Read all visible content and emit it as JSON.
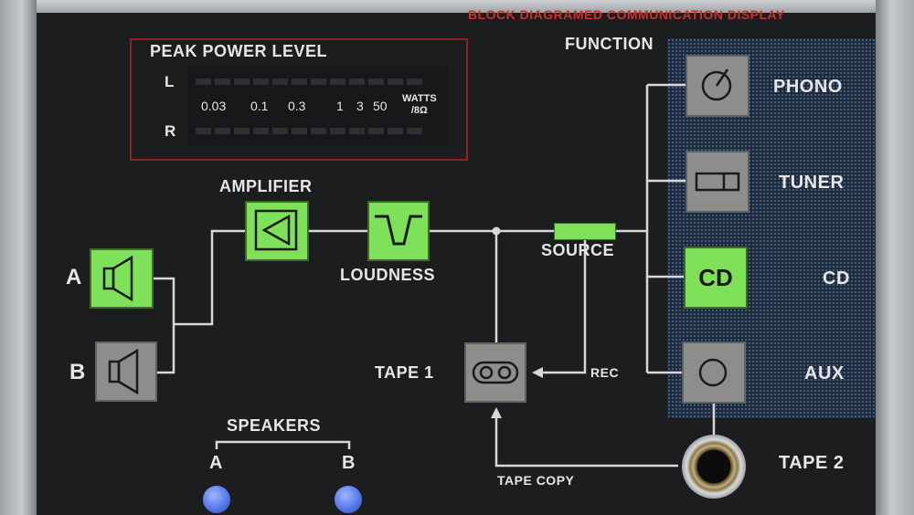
{
  "header": "BLOCK DIAGRAMED COMMUNICATION DISPLAY",
  "meter": {
    "title": "PEAK POWER LEVEL",
    "left_label": "L",
    "right_label": "R",
    "scale": [
      "0.03",
      "0.1",
      "0.3",
      "1",
      "3",
      "50"
    ],
    "unit_line1": "WATTS",
    "unit_line2": "/8Ω"
  },
  "function": {
    "title": "FUNCTION",
    "items": [
      {
        "label": "PHONO",
        "icon": "phono-icon",
        "lit": false
      },
      {
        "label": "TUNER",
        "icon": "tuner-icon",
        "lit": false
      },
      {
        "label": "CD",
        "icon": "cd-button-text",
        "button_text": "CD",
        "lit": true
      },
      {
        "label": "AUX",
        "icon": "aux-icon",
        "lit": false
      }
    ]
  },
  "amplifier": {
    "label": "AMPLIFIER",
    "lit": true
  },
  "loudness": {
    "label": "LOUDNESS",
    "lit": true
  },
  "source": {
    "label": "SOURCE",
    "lit": true
  },
  "speakers": {
    "title": "SPEAKERS",
    "a_label": "A",
    "b_label": "B",
    "a_lit": true,
    "b_lit": false
  },
  "tape1": {
    "label": "TAPE 1"
  },
  "tape2": {
    "label": "TAPE 2"
  },
  "rec_label": "REC",
  "tape_copy_label": "TAPE COPY",
  "colors": {
    "lit_green": "#7fe05a",
    "unlit_gray": "#8d8d8b",
    "header_red": "#c7332a",
    "knob_blue": "#4f74e6"
  }
}
